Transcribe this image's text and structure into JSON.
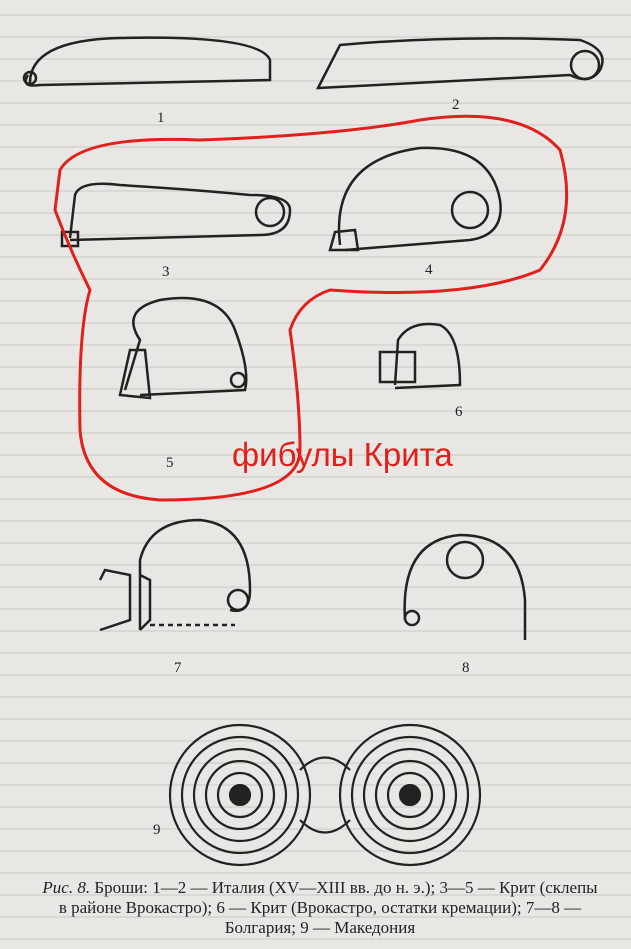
{
  "figure_labels": [
    "1",
    "2",
    "3",
    "4",
    "5",
    "6",
    "7",
    "8",
    "9"
  ],
  "annotation": {
    "text": "фибулы Крита",
    "color": "#e0201c"
  },
  "caption": {
    "prefix": "Рис. 8.",
    "text": "Броши: 1—2 — Италия (XV—XIII вв. до н. э.); 3—5 — Крит (склепы в районе Врокастро); 6 — Крит (Врокастро, остатки кремации); 7—8 — Болгария; 9 — Македония"
  }
}
